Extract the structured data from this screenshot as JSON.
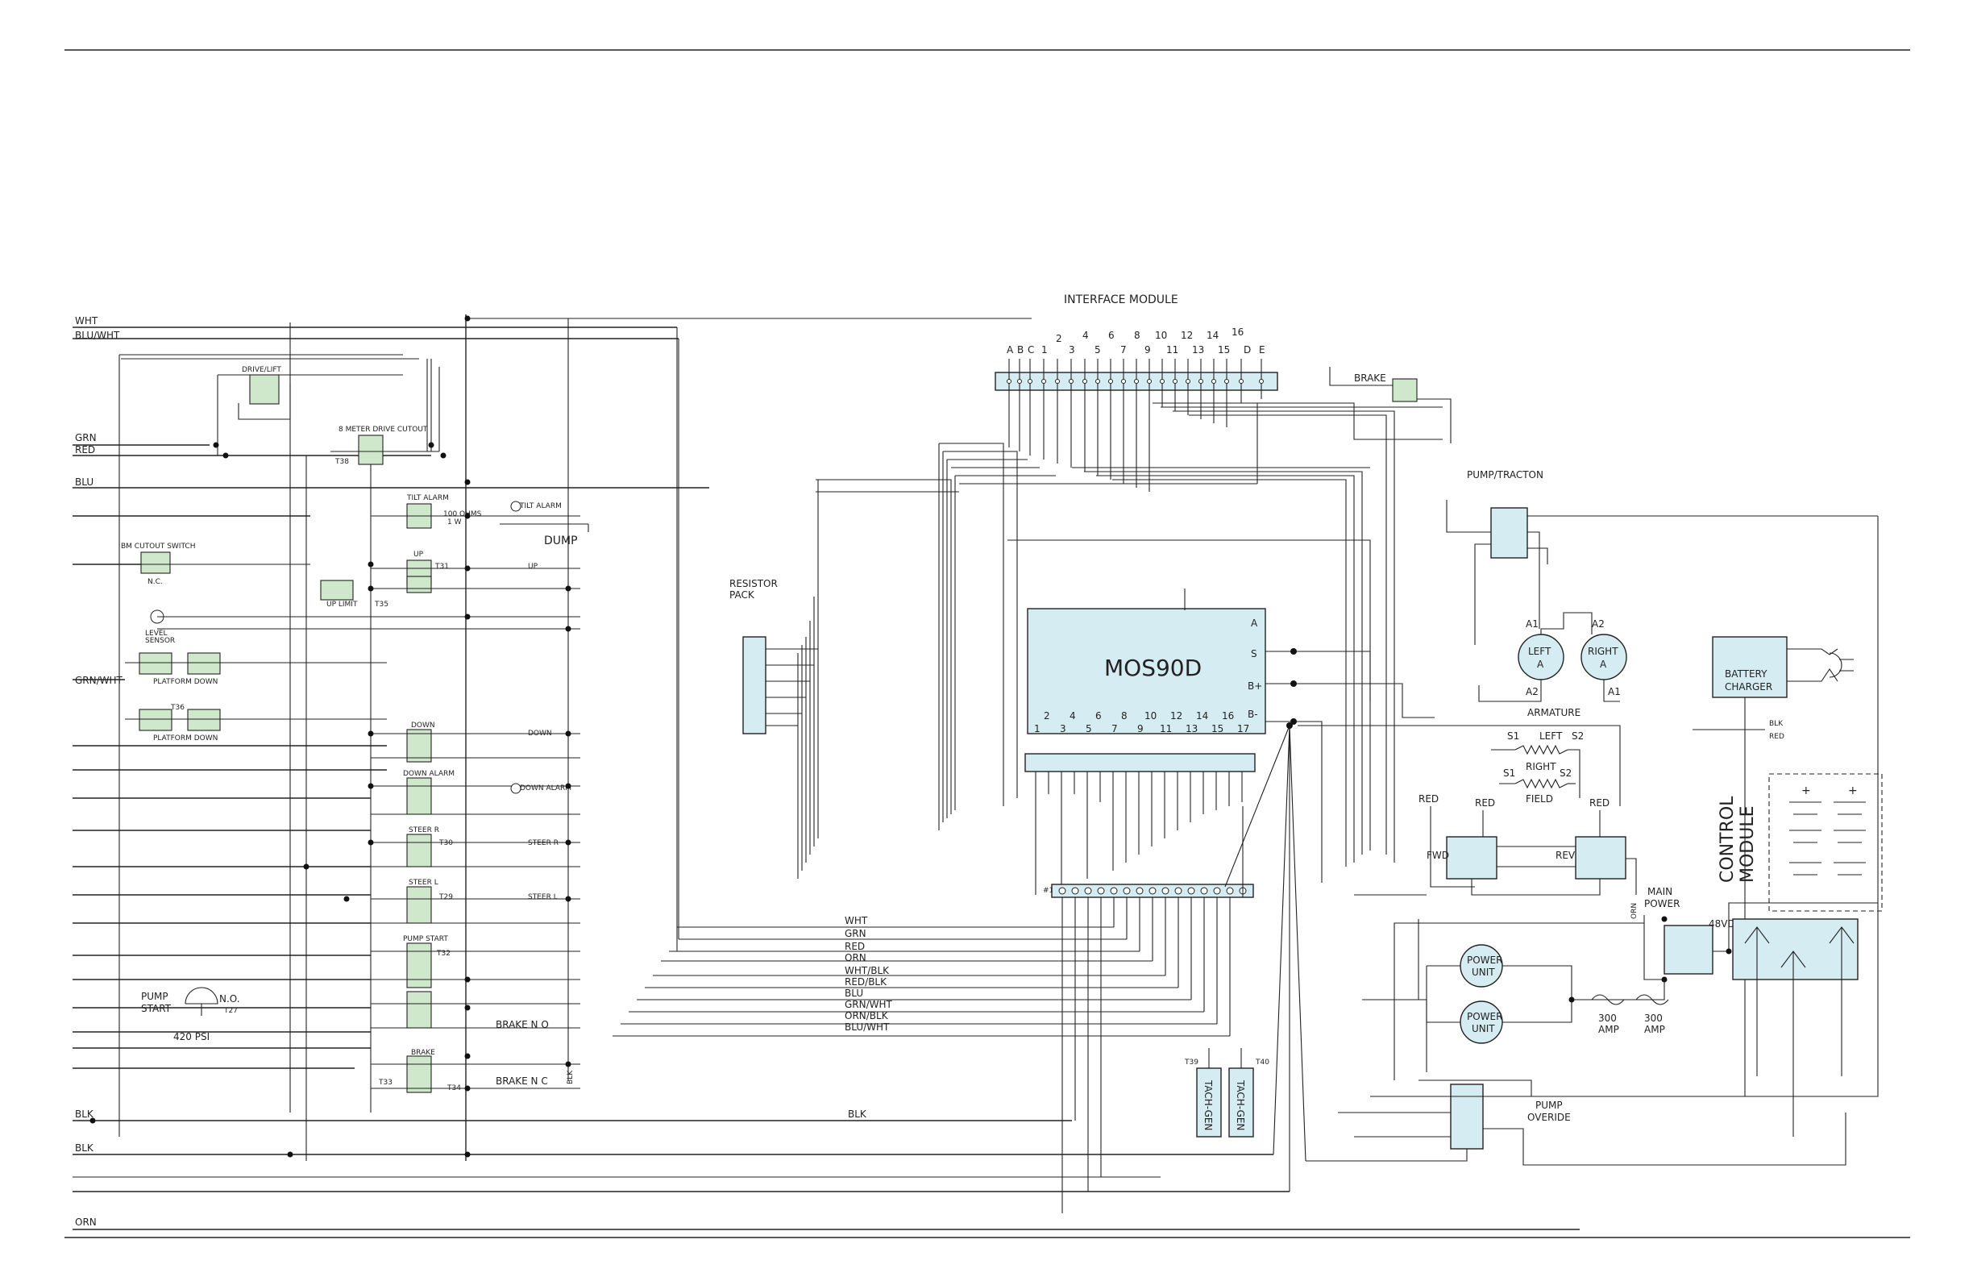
{
  "modules": {
    "interface_module": "INTERFACE MODULE",
    "mos90d": "MOS90D",
    "resistor_pack": [
      "RESISTOR",
      "PACK"
    ],
    "battery_charger": [
      "BATTERY",
      "CHARGER"
    ],
    "control_module": [
      "CONTROL",
      "MODULE"
    ],
    "tach_gen": "TACH-GEN",
    "power_unit": [
      "POWER",
      "UNIT"
    ]
  },
  "interface_pins_top": {
    "upper": [
      "2",
      "4",
      "6",
      "8",
      "10",
      "12",
      "14",
      "16"
    ],
    "lower": [
      "A",
      "B",
      "C",
      "1",
      "3",
      "5",
      "7",
      "9",
      "11",
      "13",
      "15",
      "D",
      "E"
    ]
  },
  "mos90d_pins": {
    "right": [
      "A",
      "S",
      "B+",
      "B-"
    ],
    "bottom_upper": [
      "2",
      "4",
      "6",
      "8",
      "10",
      "12",
      "14",
      "16"
    ],
    "bottom_lower": [
      "1",
      "3",
      "5",
      "7",
      "9",
      "11",
      "13",
      "15",
      "17"
    ]
  },
  "left_wires": [
    "WHT",
    "BLU/WHT",
    "GRN",
    "RED",
    "BLU",
    "GRN/WHT",
    "BLK",
    "BLK",
    "ORN"
  ],
  "harness_wires": [
    "WHT",
    "GRN",
    "RED",
    "ORN",
    "WHT/BLK",
    "RED/BLK",
    "BLU",
    "GRN/WHT",
    "ORN/BLK",
    "BLU/WHT"
  ],
  "harness_blk": "BLK",
  "connector_label": "#1",
  "components": {
    "drive_lift": "DRIVE/LIFT",
    "meter_cutout": "8 METER DRIVE CUTOUT",
    "t38": "T38",
    "tilt_alarm": "TILT ALARM",
    "ohms": [
      "100 OHMS",
      "1 W"
    ],
    "tilt_alarm2": "TILT ALARM",
    "dump": "DUMP",
    "up": "UP",
    "up2": "UP",
    "t31": "T31",
    "t35": "T35",
    "bm_cutout": "BM CUTOUT SWITCH",
    "nc": "N.C.",
    "up_limit": "UP LIMIT",
    "level_sensor": [
      "LEVEL",
      "SENSOR"
    ],
    "platform_down": "PLATFORM DOWN",
    "t36": "T36",
    "platform_down2": "PLATFORM DOWN",
    "down": "DOWN",
    "down2": "DOWN",
    "down_alarm": "DOWN ALARM",
    "down_alarm2": "DOWN ALARM",
    "steer_r": "STEER R",
    "steer_r2": "STEER R",
    "t30": "T30",
    "steer_l": "STEER L",
    "steer_l2": "STEER L",
    "t29": "T29",
    "pump_start": "PUMP START",
    "t32": "T32",
    "pump_start_sw": [
      "PUMP",
      "START"
    ],
    "no": "N.O.",
    "t27": "T27",
    "psi": "420 PSI",
    "brake_no": "BRAKE N O",
    "brake_nc": "BRAKE N C",
    "blk": "BLK",
    "brake": "BRAKE",
    "t33": "T33",
    "t34": "T34",
    "brake_top": "BRAKE",
    "pump_tracton": "PUMP/TRACTON",
    "a1": "A1",
    "a2": "A2",
    "left_a": [
      "LEFT",
      "A"
    ],
    "right_a": [
      "RIGHT",
      "A"
    ],
    "armature": "ARMATURE",
    "s1": "S1",
    "s2": "S2",
    "left": "LEFT",
    "right": "RIGHT",
    "field": "FIELD",
    "red": "RED",
    "fwd": "FWD",
    "rev": "REV",
    "orn": "ORN",
    "main_power": [
      "MAIN",
      "POWER"
    ],
    "vdc": "48VDC",
    "amp300": [
      "300",
      "AMP"
    ],
    "pump_overide": [
      "PUMP",
      "OVERIDE"
    ],
    "t39": "T39",
    "t40": "T40",
    "charger_blk": "BLK",
    "charger_red": "RED",
    "plus": "+"
  }
}
